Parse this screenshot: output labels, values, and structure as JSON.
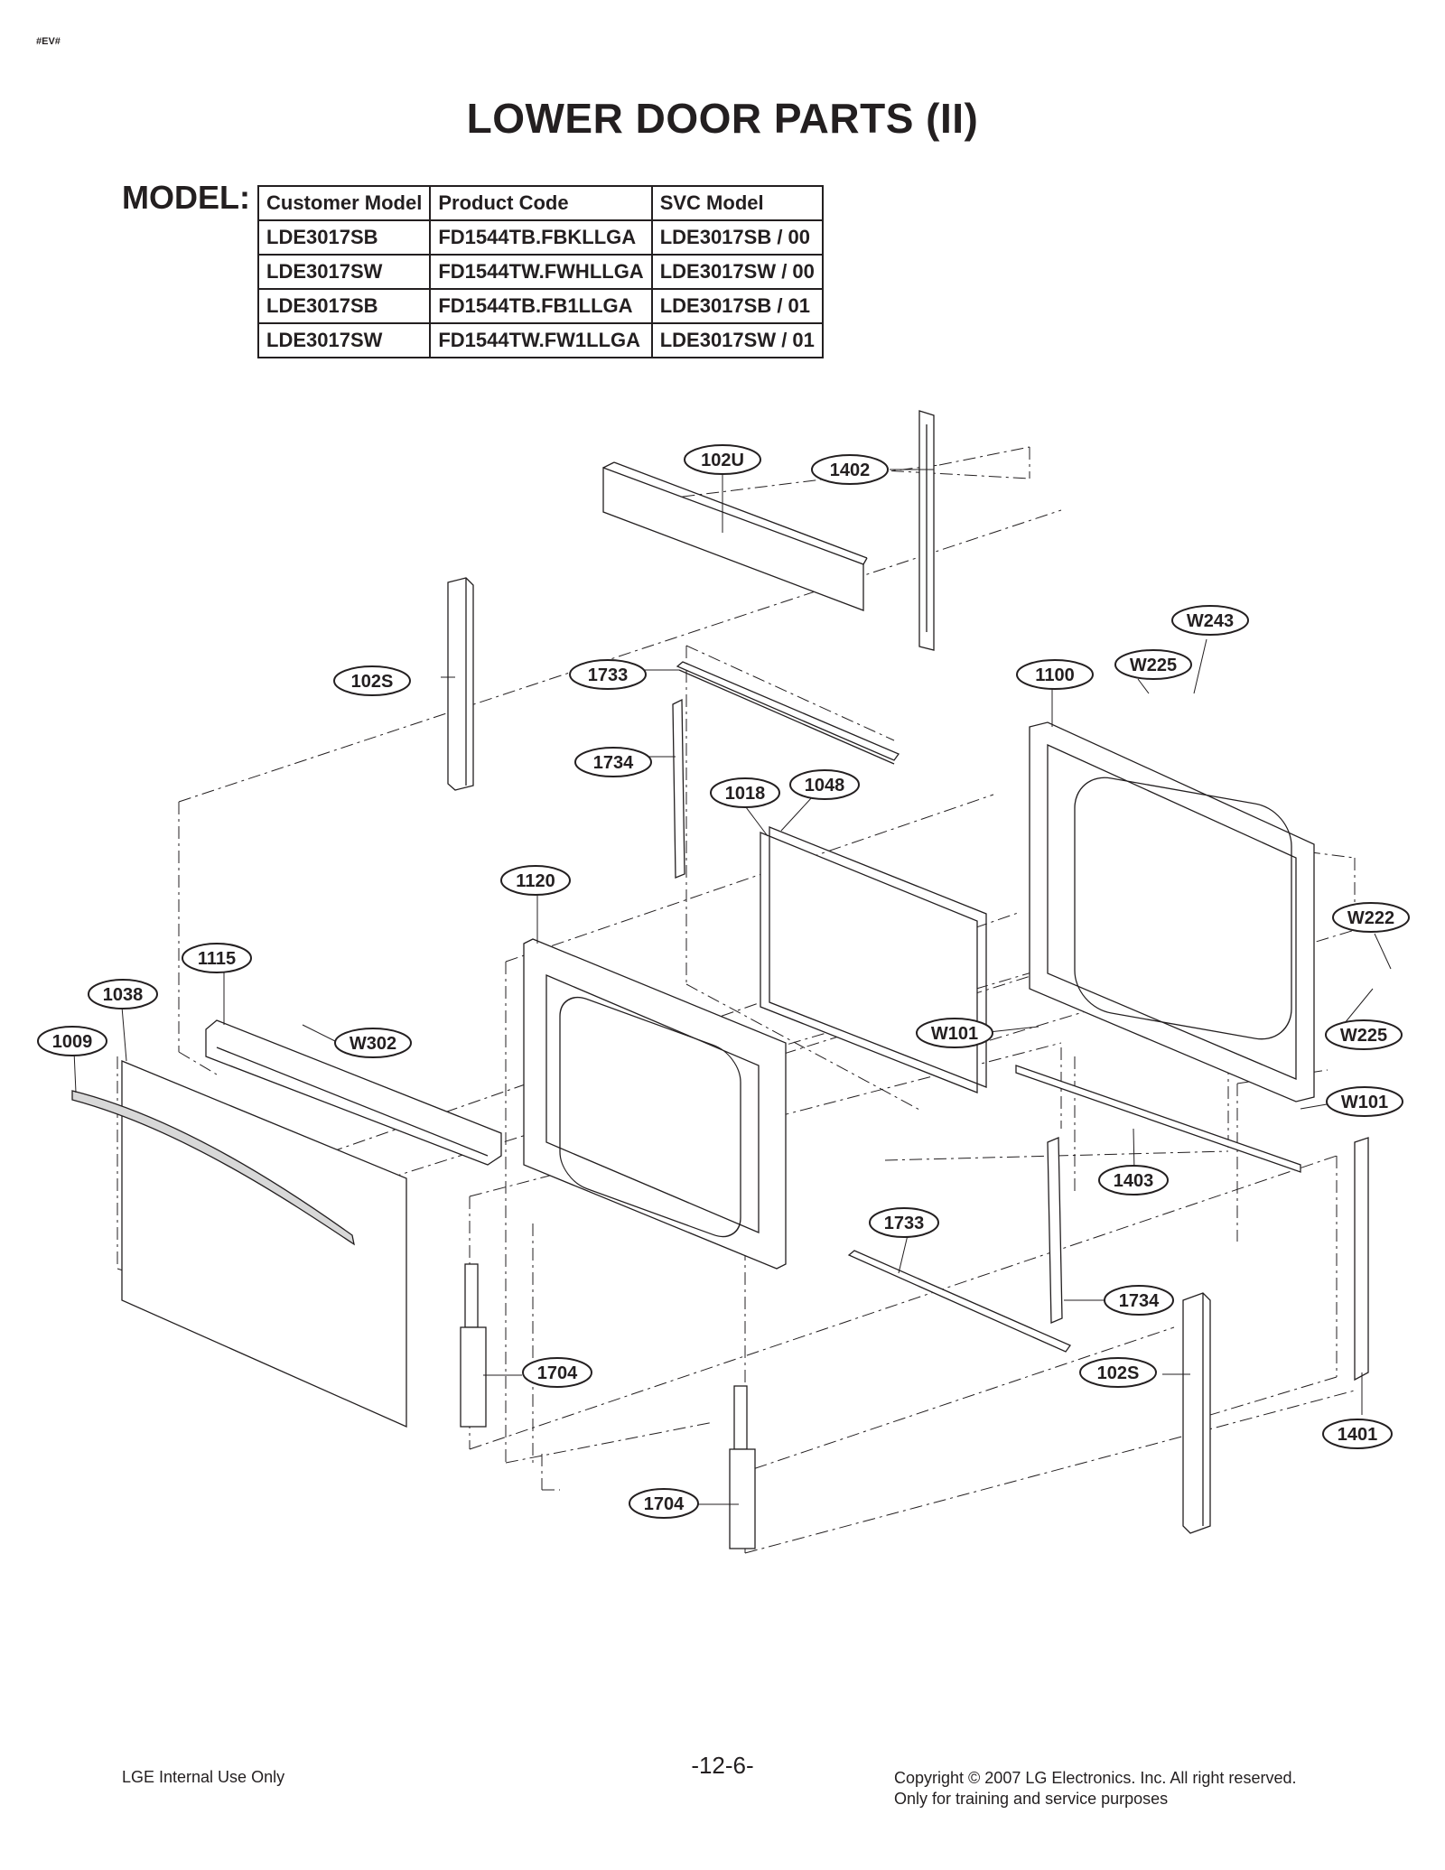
{
  "document": {
    "tag": "#EV#",
    "title": "LOWER DOOR PARTS (II)",
    "model_label": "MODEL:"
  },
  "model_table": {
    "headers": [
      "Customer Model",
      "Product Code",
      "SVC Model"
    ],
    "rows": [
      [
        "LDE3017SB",
        "FD1544TB.FBKLLGA",
        "LDE3017SB / 00"
      ],
      [
        "LDE3017SW",
        "FD1544TW.FWHLLGA",
        "LDE3017SW / 00"
      ],
      [
        "LDE3017SB",
        "FD1544TB.FB1LLGA",
        "LDE3017SB / 01"
      ],
      [
        "LDE3017SW",
        "FD1544TW.FW1LLGA",
        "LDE3017SW / 01"
      ]
    ]
  },
  "callouts": [
    "102U",
    "1402",
    "W243",
    "102S",
    "1733",
    "W225",
    "1100",
    "1734",
    "1018",
    "1048",
    "1120",
    "W222",
    "1115",
    "1038",
    "W101",
    "W225",
    "1009",
    "W302",
    "W101",
    "1403",
    "1733",
    "1734",
    "1704",
    "102S",
    "1401",
    "1704"
  ],
  "footer": {
    "left": "LGE Internal Use Only",
    "page": "-12-6-",
    "copyright": "Copyright © 2007 LG Electronics. Inc. All right reserved.",
    "note": "Only for training and service purposes"
  }
}
